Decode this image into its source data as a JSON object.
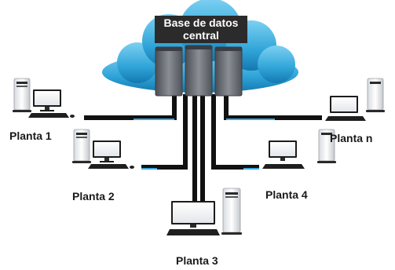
{
  "central": {
    "label_line1": "Base de datos",
    "label_line2": "central"
  },
  "plants": {
    "p1": "Planta 1",
    "p2": "Planta 2",
    "p3": "Planta 3",
    "p4": "Planta 4",
    "pn": "Planta n"
  },
  "colors": {
    "cloud": "#2fa4d8",
    "cable": "#111111",
    "cable_accent": "#3fa9e0",
    "server": "#6b6f76"
  },
  "icons": {
    "cloud": "cloud-icon",
    "server": "server-icon",
    "workstation": "workstation-icon"
  }
}
